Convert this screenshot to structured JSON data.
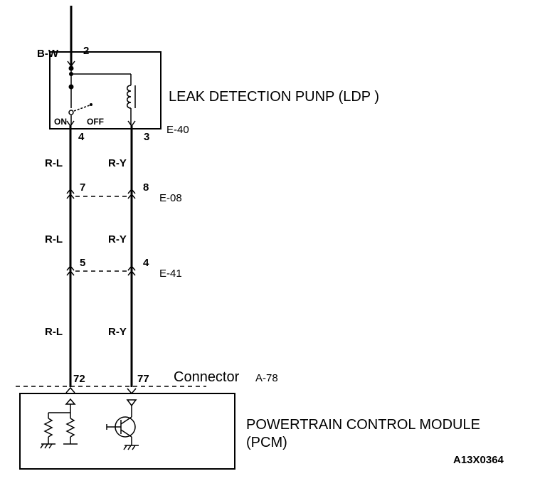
{
  "ldp": {
    "title": "LEAK DETECTION PUNP (LDP )",
    "connector": "E-40",
    "input_wire": "B-W",
    "input_pin": "2",
    "switch_on": "ON",
    "switch_off": "OFF",
    "pin_left": "4",
    "pin_right": "3"
  },
  "wires": {
    "left_upper": "R-L",
    "right_upper": "R-Y",
    "left_mid": "R-L",
    "right_mid": "R-Y",
    "left_lower": "R-L",
    "right_lower": "R-Y"
  },
  "junction_e08": {
    "connector": "E-08",
    "pin_left": "7",
    "pin_right": "8"
  },
  "junction_e41": {
    "connector": "E-41",
    "pin_left": "5",
    "pin_right": "4"
  },
  "pcm_connector": {
    "label": "Connector",
    "id": "A-78",
    "pin_left": "72",
    "pin_right": "77"
  },
  "pcm": {
    "title_line1": "POWERTRAIN CONTROL MODULE",
    "title_line2": "(PCM)"
  },
  "figure_code": "A13X0364"
}
